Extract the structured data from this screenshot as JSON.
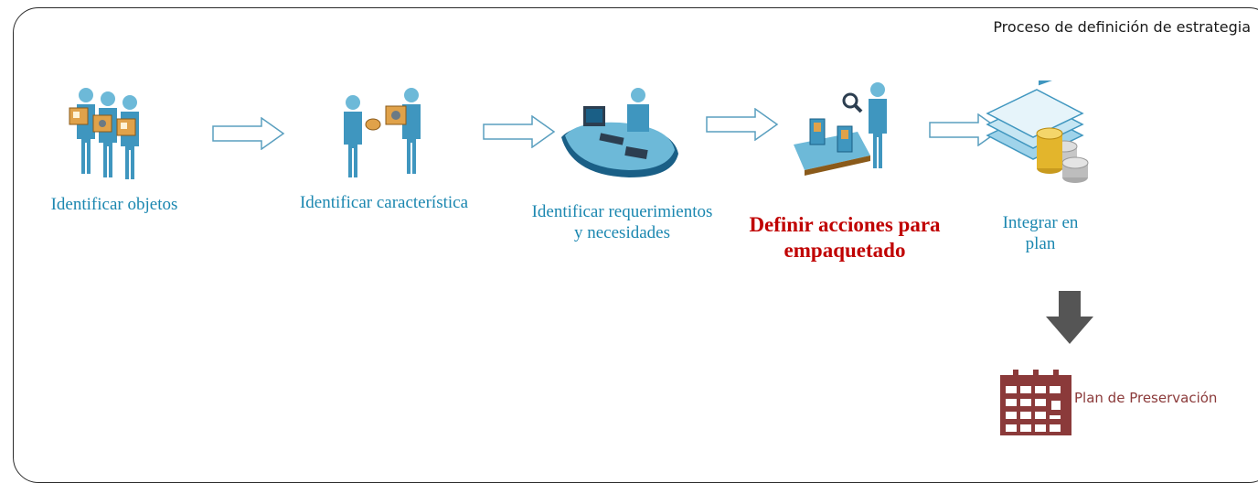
{
  "diagram": {
    "title": "Proceso de definición de estrategia",
    "steps": [
      {
        "label_line1": "Identificar objetos",
        "label_line2": "",
        "active": false,
        "icon": "people-carrying-boxes-icon"
      },
      {
        "label_line1": "Identificar característica",
        "label_line2": "",
        "active": false,
        "icon": "people-inspecting-box-icon"
      },
      {
        "label_line1": "Identificar requerimientos",
        "label_line2": "y necesidades",
        "active": false,
        "icon": "person-at-workstation-icon"
      },
      {
        "label_line1": "Definir acciones para",
        "label_line2": "empaquetado",
        "active": true,
        "icon": "person-at-packaging-conveyor-icon"
      },
      {
        "label_line1": "Integrar en",
        "label_line2": "plan",
        "active": false,
        "icon": "documents-and-coins-icon"
      }
    ],
    "output": {
      "label": "Plan de Preservación",
      "icon": "calendar-icon"
    }
  },
  "colors": {
    "step_label": "#1b87b0",
    "active_label": "#c00000",
    "output_label": "#8b3a3a",
    "output_icon": "#8b3a3a",
    "arrow_fill": "#555555"
  }
}
